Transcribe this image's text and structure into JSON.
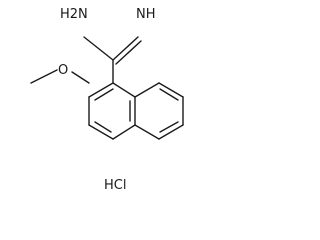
{
  "molecule": {
    "atoms": {
      "amine_label": "H2N",
      "imine_label": "NH",
      "oxygen_label": "O"
    },
    "salt_label": "HCl"
  }
}
